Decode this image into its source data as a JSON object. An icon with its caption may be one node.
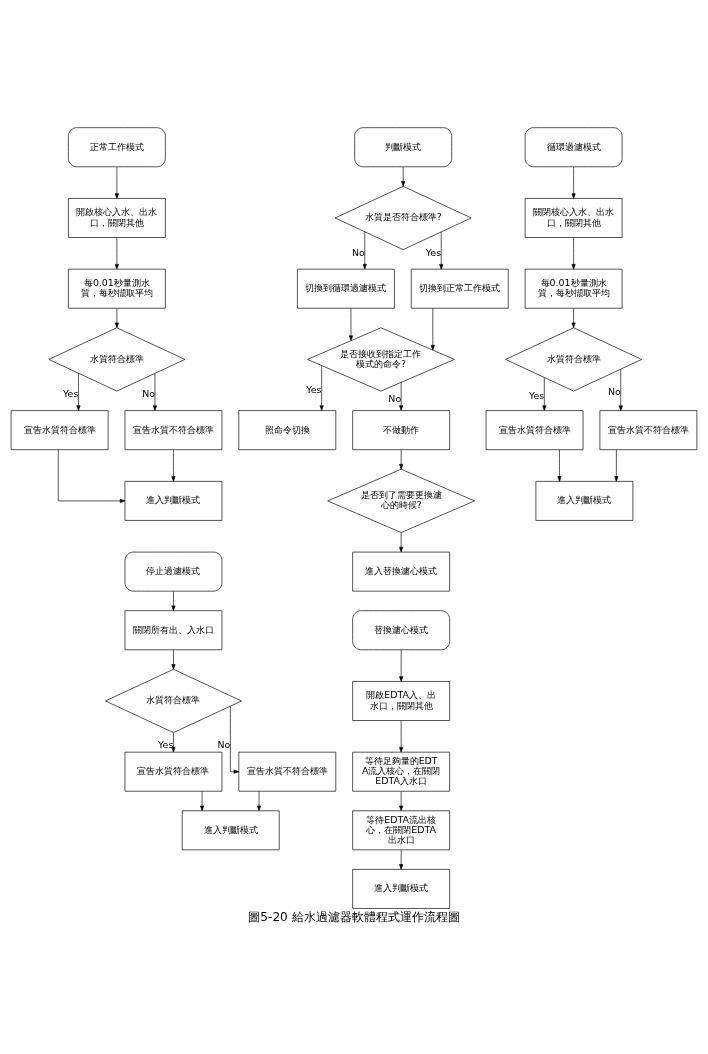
{
  "diagram": {
    "caption": "圖5-20 給水過濾器軟體程式運作流程圖",
    "nodes": [
      {
        "text": [
          "正常工作模式"
        ]
      },
      {
        "text": [
          "開啟核心入水、出水口，關閉其他"
        ]
      },
      {
        "text": [
          "每0.01秒量測水質，每秒擷取平均"
        ]
      },
      {
        "text": [
          "水質符合標準"
        ]
      },
      {
        "text": [
          "宣告水質符合標準"
        ]
      },
      {
        "text": [
          "宣告水質不符合標準"
        ]
      },
      {
        "text": [
          "進入判斷模式"
        ]
      },
      {
        "text": [
          "判斷模式"
        ]
      },
      {
        "text": [
          "水質是否符合標準?"
        ]
      },
      {
        "text": [
          "切換到循環過濾模式"
        ]
      },
      {
        "text": [
          "切換到正常工作模式"
        ]
      },
      {
        "text": [
          "是否接收到指定工作模式的命令?"
        ]
      },
      {
        "text": [
          "照命令切換"
        ]
      },
      {
        "text": [
          "不做動作"
        ]
      },
      {
        "text": [
          "是否到了需要更換濾心的時候?"
        ]
      },
      {
        "text": [
          "進入替換濾心模式"
        ]
      },
      {
        "text": [
          "循環過濾模式"
        ]
      },
      {
        "text": [
          "關閉核心入水、出水口，關閉其他"
        ]
      },
      {
        "text": [
          "每0.01秒量測水質，每秒擷取平均"
        ]
      },
      {
        "text": [
          "水質符合標準"
        ]
      },
      {
        "text": [
          "宣告水質符合標準"
        ]
      },
      {
        "text": [
          "宣告水質不符合標準"
        ]
      },
      {
        "text": [
          "進入判斷模式"
        ]
      },
      {
        "text": [
          "停止過濾模式"
        ]
      },
      {
        "text": [
          "關閉所有出、入水口"
        ]
      },
      {
        "text": [
          "水質符合標準"
        ]
      },
      {
        "text": [
          "宣告水質符合標準"
        ]
      },
      {
        "text": [
          "宣告水質不符合標準"
        ]
      },
      {
        "text": [
          "進入判斷模式"
        ]
      },
      {
        "text": [
          "替換濾心模式"
        ]
      },
      {
        "text": [
          "開啟EDTA入、出水口，關閉其他"
        ]
      },
      {
        "text": [
          "等待足夠量的EDTA流入核心，在關閉EDTA入水口"
        ]
      },
      {
        "text": [
          "等待EDTA流出核心，在關閉EDTA出水口"
        ]
      },
      {
        "text": [
          "進入判斷模式"
        ]
      }
    ],
    "edges": [
      {
        "from": 0,
        "to": 1,
        "arrow": "to"
      },
      {
        "from": 1,
        "to": 2,
        "arrow": "to"
      },
      {
        "from": 2,
        "to": 3,
        "arrow": "to"
      },
      {
        "from": 3,
        "to": 4,
        "arrow": "to",
        "label": "Yes"
      },
      {
        "from": 3,
        "to": 5,
        "arrow": "to",
        "label": "No"
      },
      {
        "from": 4,
        "to": 6,
        "arrow": "to"
      },
      {
        "from": 5,
        "to": 6,
        "arrow": "to"
      },
      {
        "from": 7,
        "to": 8,
        "arrow": "to"
      },
      {
        "from": 8,
        "to": 9,
        "arrow": "to",
        "label": "No"
      },
      {
        "from": 8,
        "to": 10,
        "arrow": "to",
        "label": "Yes"
      },
      {
        "from": 9,
        "to": 11,
        "arrow": "to"
      },
      {
        "from": 10,
        "to": 11,
        "arrow": "to"
      },
      {
        "from": 11,
        "to": 12,
        "arrow": "to",
        "label": "Yes"
      },
      {
        "from": 11,
        "to": 13,
        "arrow": "to",
        "label": "No"
      },
      {
        "from": 13,
        "to": 14,
        "arrow": "to"
      },
      {
        "from": 14,
        "to": 15,
        "arrow": "to"
      },
      {
        "from": 16,
        "to": 17,
        "arrow": "to"
      },
      {
        "from": 17,
        "to": 18,
        "arrow": "to"
      },
      {
        "from": 18,
        "to": 19,
        "arrow": "to"
      },
      {
        "from": 19,
        "to": 20,
        "arrow": "to",
        "label": "Yes"
      },
      {
        "from": 19,
        "to": 21,
        "arrow": "to",
        "label": "No"
      },
      {
        "from": 20,
        "to": 22,
        "arrow": "to"
      },
      {
        "from": 21,
        "to": 22,
        "arrow": "to"
      },
      {
        "from": 23,
        "to": 24,
        "arrow": "to"
      },
      {
        "from": 24,
        "to": 25,
        "arrow": "to"
      },
      {
        "from": 25,
        "to": 26,
        "arrow": "to",
        "label": "Yes"
      },
      {
        "from": 25,
        "to": 27,
        "arrow": "to",
        "label": "No"
      },
      {
        "from": 26,
        "to": 28,
        "arrow": "to"
      },
      {
        "from": 27,
        "to": 28,
        "arrow": "to"
      },
      {
        "from": 29,
        "to": 30,
        "arrow": "to"
      },
      {
        "from": 30,
        "to": 31,
        "arrow": "to"
      },
      {
        "from": 31,
        "to": 32,
        "arrow": "to"
      },
      {
        "from": 32,
        "to": 33,
        "arrow": "to"
      }
    ]
  }
}
